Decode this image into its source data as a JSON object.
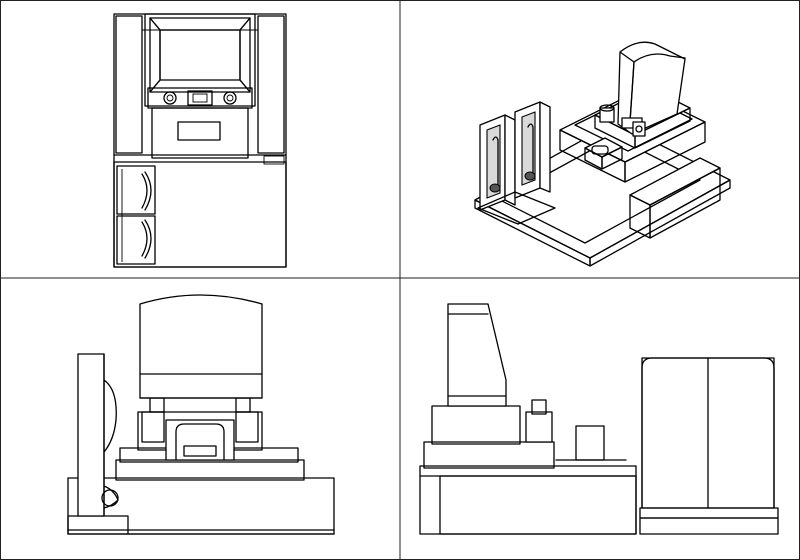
{
  "sheet": {
    "background": "#ffffff",
    "line_color": "#000000",
    "frame_color": "#222222"
  },
  "views": [
    {
      "id": "top-plan",
      "icon": "grave-plan-view"
    },
    {
      "id": "isometric",
      "icon": "grave-isometric-view"
    },
    {
      "id": "front-elevation",
      "icon": "grave-front-view"
    },
    {
      "id": "side-elevation",
      "icon": "grave-side-view"
    }
  ]
}
